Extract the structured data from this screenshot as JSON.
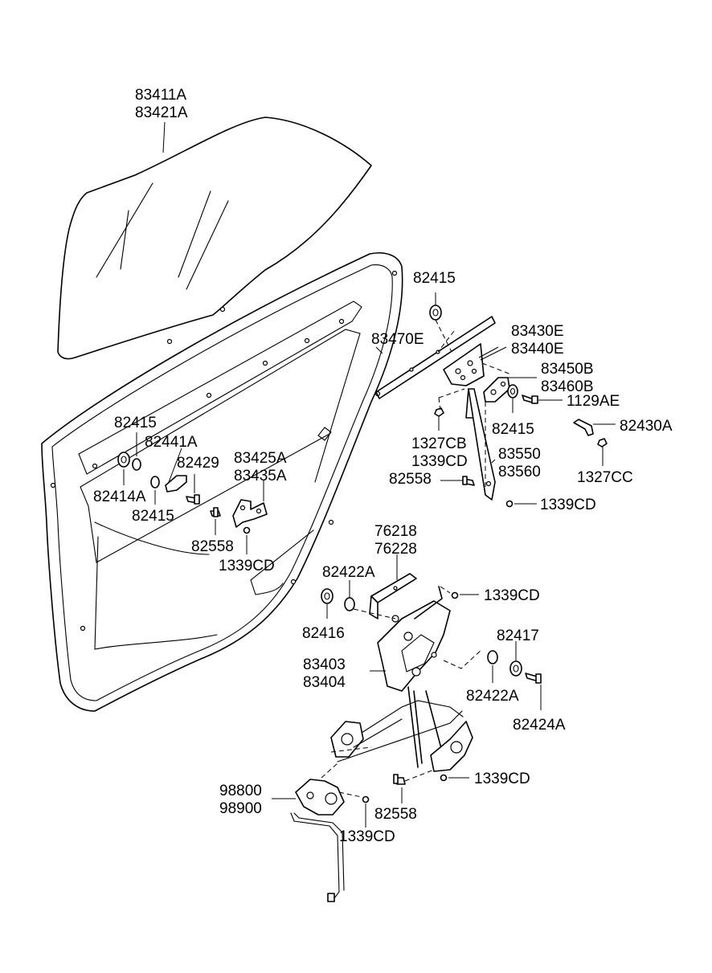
{
  "diagram": {
    "labels": {
      "glass": [
        "83411A",
        "83421A"
      ],
      "channel": "83470E",
      "washer_top": "82415",
      "upper_bracket": [
        "83430E",
        "83440E"
      ],
      "clip_bracket": [
        "83450B",
        "83460B"
      ],
      "bolt_1129": "1129AE",
      "washer_right": "82415",
      "clip_82430A": "82430A",
      "nut_1327CC": "1327CC",
      "nuts_mid": [
        "1327CB",
        "1339CD"
      ],
      "run_channel": [
        "83550",
        "83560"
      ],
      "bolt_82558_right": "82558",
      "nut_1339_right": "1339CD",
      "washer_left_top": "82415",
      "stopper": "82441A",
      "bolt_82429": "82429",
      "grommet": "82414A",
      "washer_left_bottom": "82415",
      "hinge_bracket": [
        "83425A",
        "83435A"
      ],
      "bolt_82558_left": "82558",
      "nut_1339_left": "1339CD",
      "slider": [
        "76218",
        "76228"
      ],
      "washer_82422A_top": "82422A",
      "nut_1339_regulator": "1339CD",
      "grommet_82416": "82416",
      "regulator": [
        "83403",
        "83404"
      ],
      "washer_82417": "82417",
      "washer_82422A_right": "82422A",
      "bolt_82424A": "82424A",
      "motor": [
        "98800",
        "98900"
      ],
      "bolt_82558_bottom": "82558",
      "nut_1339_bottom_right": "1339CD",
      "nut_1339_bottom": "1339CD"
    }
  }
}
